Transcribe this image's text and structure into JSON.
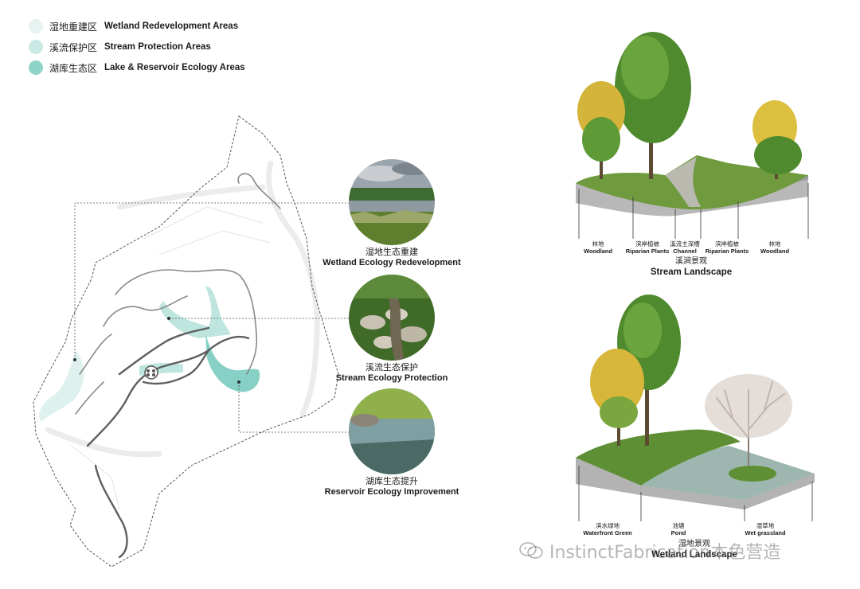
{
  "legend": [
    {
      "zh": "湿地重建区",
      "en": "Wetland Redevelopment Areas",
      "color": "#e6f3f1"
    },
    {
      "zh": "溪流保护区",
      "en": "Stream Protection Areas",
      "color": "#c9e9e4"
    },
    {
      "zh": "湖库生态区",
      "en": "Lake & Reservoir Ecology Areas",
      "color": "#8fd3c9"
    }
  ],
  "callouts": [
    {
      "zh": "湿地生态重建",
      "en": "Wetland Ecology Redevelopment"
    },
    {
      "zh": "溪流生态保护",
      "en": "Stream Ecology Protection"
    },
    {
      "zh": "湖库生态提升",
      "en": "Reservoir Ecology Improvement"
    }
  ],
  "stream_section": {
    "title_zh": "溪涧景观",
    "title_en": "Stream Landscape",
    "labels": [
      {
        "zh": "林地",
        "en": "Woodland"
      },
      {
        "zh": "滨岸植被",
        "en": "Riparian Plants"
      },
      {
        "zh": "溪流主深槽",
        "en": "Channel"
      },
      {
        "zh": "滨岸植被",
        "en": "Riparian Plants"
      },
      {
        "zh": "林地",
        "en": "Woodland"
      }
    ]
  },
  "wetland_section": {
    "title_zh": "湿地景观",
    "title_en": "Wetland Landscape",
    "labels": [
      {
        "zh": "滨水绿地",
        "en": "Waterfront Green"
      },
      {
        "zh": "池塘",
        "en": "Pond"
      },
      {
        "zh": "湿草地",
        "en": "Wet grassland"
      }
    ]
  },
  "watermark": "InstinctFabrication本色营造"
}
